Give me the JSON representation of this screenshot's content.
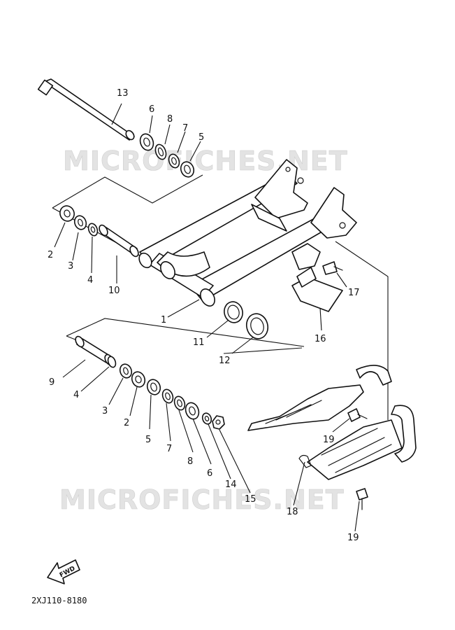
{
  "watermarks": [
    "MICROFICHES.NET",
    "MICROFICHES.NET"
  ],
  "fwd_label": "FWD",
  "diagram_code": "2XJ110-8180",
  "callouts": {
    "c13": "13",
    "c6a": "6",
    "c8a": "8",
    "c7a": "7",
    "c5a": "5",
    "c2a": "2",
    "c3a": "3",
    "c4a": "4",
    "c10": "10",
    "c1": "1",
    "c11": "11",
    "c12": "12",
    "c17": "17",
    "c16": "16",
    "c9": "9",
    "c4b": "4",
    "c3b": "3",
    "c2b": "2",
    "c5b": "5",
    "c7b": "7",
    "c8b": "8",
    "c6b": "6",
    "c14": "14",
    "c15": "15",
    "c19a": "19",
    "c18": "18",
    "c19b": "19"
  }
}
